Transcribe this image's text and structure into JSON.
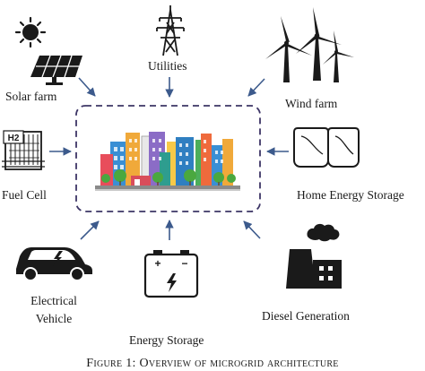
{
  "nodes": {
    "solar": {
      "label": "Solar farm"
    },
    "utilities": {
      "label": "Utilities"
    },
    "wind": {
      "label": "Wind farm"
    },
    "fuel_cell": {
      "label": "Fuel Cell",
      "badge": "H2"
    },
    "home_storage": {
      "label": "Home Energy Storage"
    },
    "ev": {
      "label_line1": "Electrical",
      "label_line2": "Vehicle"
    },
    "storage": {
      "label": "Energy Storage",
      "plus": "+",
      "minus": "−"
    },
    "diesel": {
      "label": "Diesel Generation"
    }
  },
  "caption": "Figure 1: Overview of microgrid architecture",
  "colors": {
    "arrow": "#3c5a8c",
    "dashed_box": "#3d3566",
    "icon": "#1a1a1a"
  }
}
